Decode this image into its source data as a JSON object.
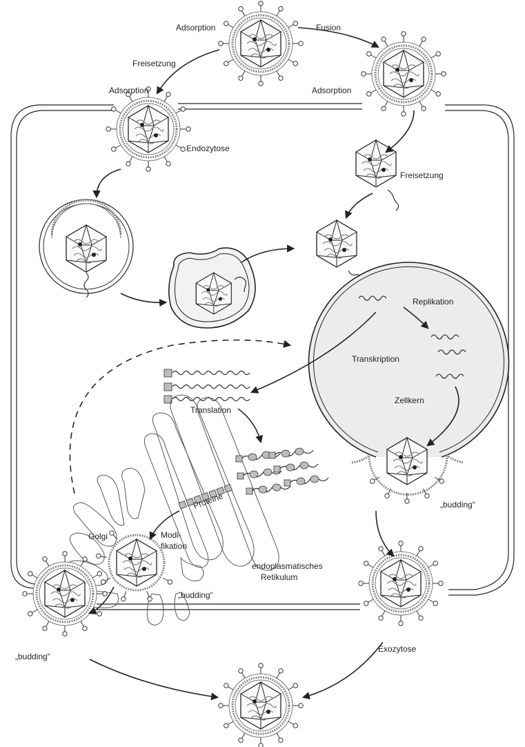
{
  "labels": {
    "adsorption_top": "Adsorption",
    "fusion": "Fusion",
    "freisetzung_left": "Freisetzung",
    "adsorption_left": "Adsorption",
    "adsorption_right": "Adsorption",
    "endozytose": "Endozytose",
    "freisetzung_right": "Freisetzung",
    "replikation": "Replikation",
    "transkription": "Transkription",
    "zellkern": "Zellkern",
    "translation": "Translation",
    "proteine": "Proteine",
    "budding_nucleus": "„budding“",
    "golgi": "Golgi",
    "modifikation_1": "Modi-",
    "modifikation_2": "fikation",
    "er_1": "endoplasmatisches",
    "er_2": "Retikulum",
    "budding_golgi": "„budding“",
    "exozytose": "Exozytose",
    "budding_left": "„budding“"
  },
  "colors": {
    "line": "#222222",
    "nucleus_fill": "#ececec",
    "envelope": "#8a8a8a",
    "protein_fill": "#bdbdbd",
    "vesicle_fill": "#f2f2f2"
  },
  "icons": {
    "virion": "enveloped-virion",
    "capsid": "icosahedral-capsid",
    "rna": "rna-strand",
    "protein": "protein-chain"
  }
}
